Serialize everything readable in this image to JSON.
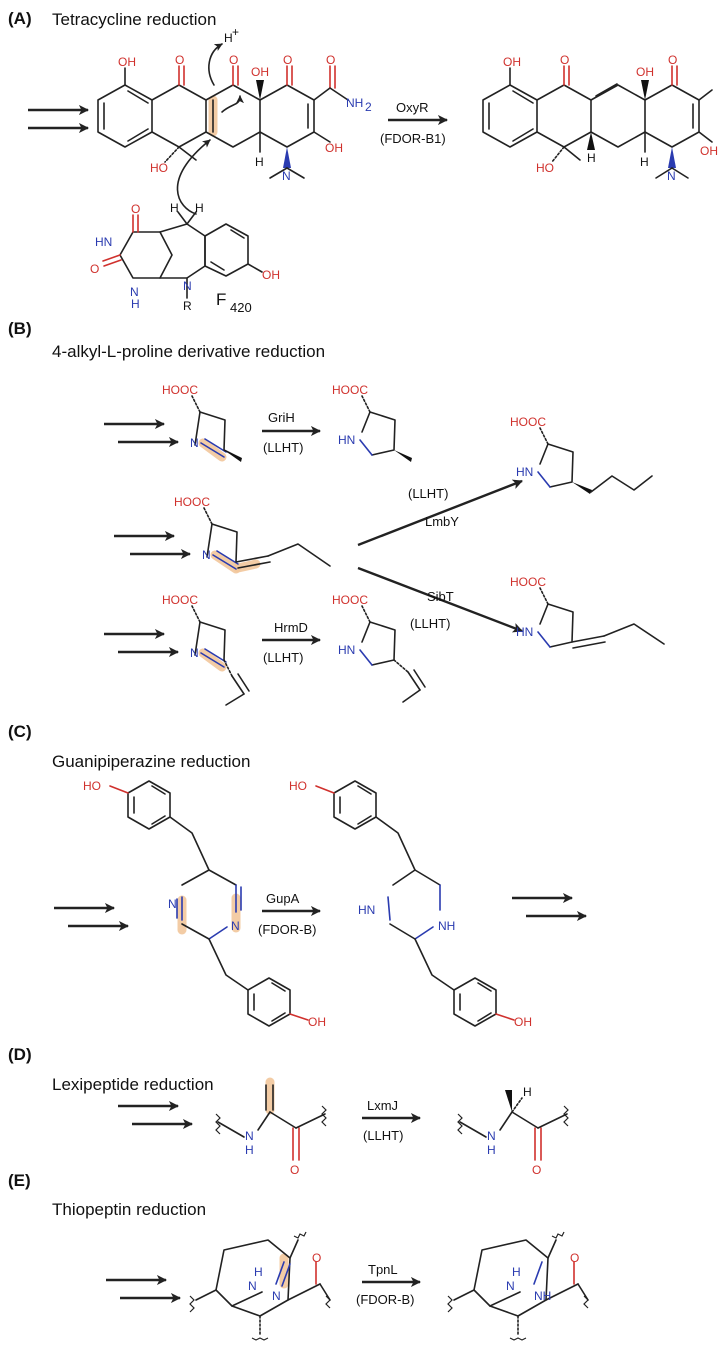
{
  "panels": [
    {
      "letter": "(A)",
      "title": "Tetracycline reduction"
    },
    {
      "letter": "(B)",
      "title": "4-alkyl-L-proline derivative reduction"
    },
    {
      "letter": "(C)",
      "title": "Guanipiperazine reduction"
    },
    {
      "letter": "(D)",
      "title": "Lexipeptide reduction"
    },
    {
      "letter": "(E)",
      "title": "Thiopeptin reduction"
    }
  ],
  "reactions": {
    "a": {
      "enzyme": "OxyR",
      "cofactor": "(FDOR-B1)",
      "hydride": "F",
      "hydride_sub": "420",
      "proton": "H",
      "proton_sup": "+"
    },
    "b_grih": {
      "enzyme": "GriH",
      "cofactor": "(LLHT)"
    },
    "b_lmby": {
      "enzyme": "LmbY",
      "cofactor": "(LLHT)"
    },
    "b_sibt": {
      "enzyme": "SibT",
      "cofactor": "(LLHT)"
    },
    "b_hrmd": {
      "enzyme": "HrmD",
      "cofactor": "(LLHT)"
    },
    "c": {
      "enzyme": "GupA",
      "cofactor": "(FDOR-B)"
    },
    "d": {
      "enzyme": "LxmJ",
      "cofactor": "(LLHT)"
    },
    "e": {
      "enzyme": "TpnL",
      "cofactor": "(FDOR-B)"
    }
  },
  "atoms": {
    "oh": "OH",
    "ho": "HO",
    "o": "O",
    "h": "H",
    "n": "N",
    "hn": "HN",
    "nh": "NH",
    "nh2": "NH",
    "two": "2",
    "r": "R",
    "hooc": "HOOC"
  },
  "colors": {
    "oxygen": "#d0312d",
    "nitrogen": "#2a3bb0",
    "highlight": "#f2c79b",
    "bond": "#222222"
  }
}
